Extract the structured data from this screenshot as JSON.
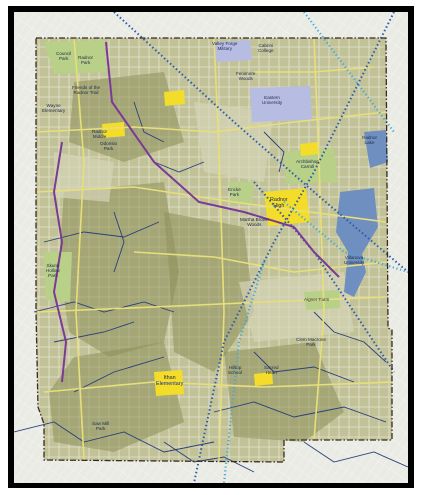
{
  "map": {
    "labels": {
      "valley_forge_military": "Valley Forge\nMilitary",
      "cabrini_college": "Cabrini\nCollege",
      "eastern_university": "Eastern\nUniversity",
      "fenimore_woods": "Fenimore\nWoods",
      "council_park": "Council\nPark",
      "radnor_park": "Radnor\nPark",
      "friends_of_the_radnor_trail": "Friends of the\nRadnor Trail",
      "wayne_elementary": "Wayne\nElementary",
      "radnor_middle": "Radnor\nMiddle",
      "archbishop_carroll": "Archbishop\nCarroll",
      "radnor_high": "Radnor\nHigh",
      "martha_brown_woods": "Martha Brown\nWoods",
      "skunk_hollow_park": "Skunk\nHollow\nPark",
      "villanova_university": "Villanova\nUniversity",
      "ithan_elementary": "Ithan\nElementary",
      "hilltop_school": "Hilltop\nSchool",
      "sacred_heart": "Sacred\nHeart",
      "clem_macrone_park": "Clem Macrone\nPark",
      "aigner_farm": "Aigner Farm",
      "encke_park": "Encke\nPark",
      "odorisio_park": "Odorisio\nPark",
      "saw_mill_park": "Saw Mill\nPark",
      "radnor_lake": "Radnor\nLake"
    }
  },
  "colors": {
    "frame": "#000000",
    "background": "#eceee8",
    "township_land": "#c2c298",
    "developed_land": "#d4d4b8",
    "woods": "#8c8f5a",
    "parks": "#b8d088",
    "schools": "#f3dc2a",
    "university": "#b7bde2",
    "water": "#6f8fc0",
    "roads": "#e8df7a",
    "trail": "#7a3a96",
    "rail_line": "#2d5ba8",
    "aqueduct": "#46a8d6",
    "boundary": "#3a2a20",
    "streams": "#2a3f7a"
  },
  "legend_icons": [
    "township-boundary-dashed-line",
    "trail-line",
    "rail-dotted-line"
  ]
}
